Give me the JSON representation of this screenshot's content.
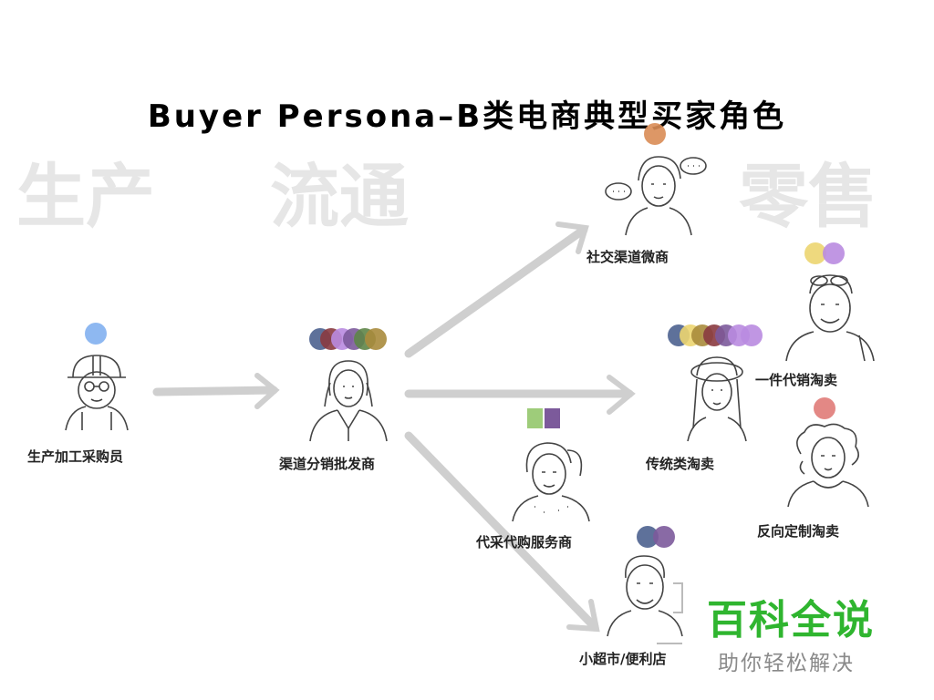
{
  "title": "Buyer Persona–B类电商典型买家角色",
  "stages": {
    "production": "生产",
    "circulation": "流通",
    "retail": "零售"
  },
  "personas": {
    "factory_buyer": "生产加工采购员",
    "wholesaler": "渠道分销批发商",
    "social_microshop": "社交渠道微商",
    "dropship": "一件代销淘卖",
    "traditional_taobao": "传统类淘卖",
    "reverse_custom": "反向定制淘卖",
    "purchasing_agent": "代采代购服务商",
    "convenience_store": "小超市/便利店"
  },
  "watermark": {
    "brand": "百科全说",
    "slogan": "助你轻松解决"
  },
  "colors": {
    "blue": "#82b0f0",
    "orange": "#d98c55",
    "yellow": "#ecd570",
    "violet": "#b98be0",
    "red": "#e07b78",
    "navy": "#4c628f",
    "maroon": "#8a3a40",
    "olive": "#a88b3c",
    "green": "#5e8548",
    "lightgreen": "#9ecc7a",
    "purple": "#7c5a9b",
    "watermark_green": "#2fb52f"
  }
}
